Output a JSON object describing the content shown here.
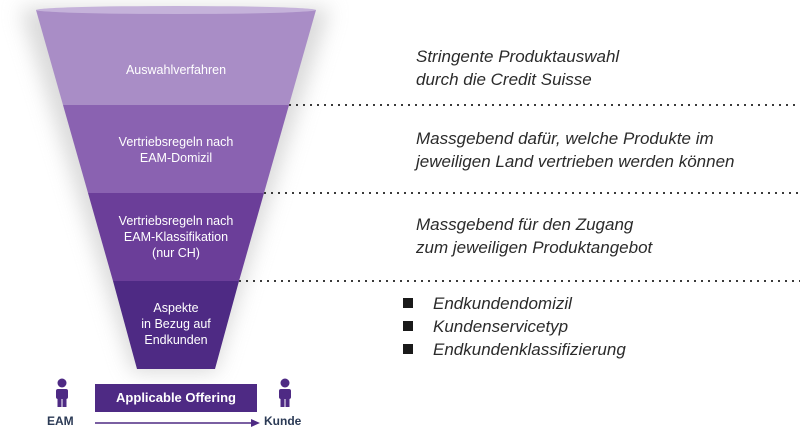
{
  "funnel": {
    "stages": [
      {
        "lines": [
          "Auswahlverfahren"
        ]
      },
      {
        "lines": [
          "Vertriebsregeln nach",
          "EAM-Domizil"
        ]
      },
      {
        "lines": [
          "Vertriebsregeln nach",
          "EAM-Klassifikation",
          "(nur CH)"
        ]
      },
      {
        "lines": [
          "Aspekte",
          "in Bezug auf",
          "Endkunden"
        ]
      }
    ],
    "colors": [
      "#a98dc6",
      "#8a62b1",
      "#6b3e99",
      "#4e2a84"
    ]
  },
  "descriptions": [
    {
      "lines": [
        "Stringente Produktauswahl",
        "durch die Credit Suisse"
      ]
    },
    {
      "lines": [
        "Massgebend dafür, welche Produkte im",
        "jeweiligen Land vertrieben werden können"
      ]
    },
    {
      "lines": [
        "Massgebend für den Zugang",
        "zum jeweiligen Produktangebot"
      ]
    }
  ],
  "bullets": [
    "Endkundendomizil",
    "Kundenservicetyp",
    "Endkundenklassifizierung"
  ],
  "flow": {
    "offering_label": "Applicable Offering",
    "left_label": "EAM",
    "right_label": "Kunde",
    "person_color": "#4e2a84",
    "arrow_color": "#4e2a84"
  }
}
